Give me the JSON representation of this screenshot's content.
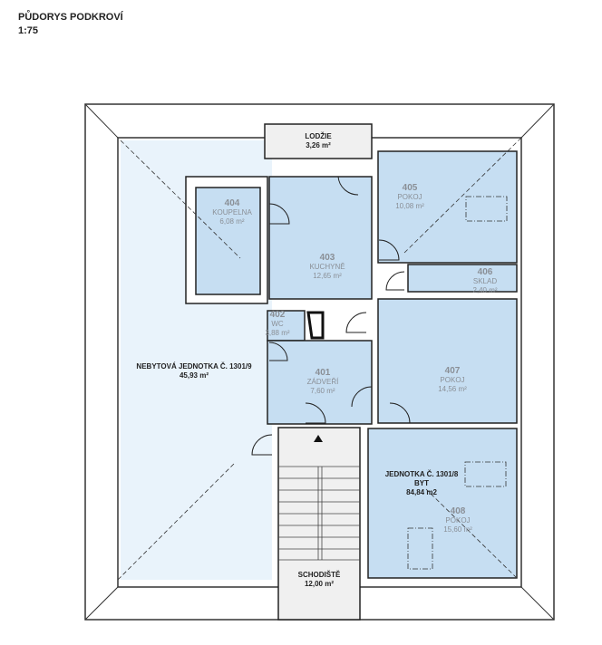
{
  "title": "PŮDORYS PODKROVÍ",
  "scale": "1:75",
  "colors": {
    "room": "#c6def2",
    "outer_area": "#e9f3fb",
    "common": "#f0f0f0",
    "wall": "#222222"
  },
  "rooms": [
    {
      "number": "401",
      "name": "ZÁDVEŘÍ",
      "area": "7,60 m²"
    },
    {
      "number": "402",
      "name": "WC",
      "area": "3,88 m²"
    },
    {
      "number": "403",
      "name": "KUCHYNĚ",
      "area": "12,65 m²"
    },
    {
      "number": "404",
      "name": "KOUPELNA",
      "area": "6,08 m²"
    },
    {
      "number": "405",
      "name": "POKOJ",
      "area": "10,08 m²"
    },
    {
      "number": "406",
      "name": "SKLAD",
      "area": "2,40 m²"
    },
    {
      "number": "407",
      "name": "POKOJ",
      "area": "14,56 m²"
    },
    {
      "number": "408",
      "name": "POKOJ",
      "area": "15,60 m²"
    }
  ],
  "units": {
    "lodzie": {
      "name": "LODŽIE",
      "area": "3,26 m²"
    },
    "nebytova": {
      "name": "NEBYTOVÁ JEDNOTKA Č. 1301/9",
      "area": "45,93 m²"
    },
    "byt": {
      "name": "JEDNOTKA Č. 1301/8",
      "type": "BYT",
      "area": "84,84 m2"
    },
    "schodiste": {
      "name": "SCHODIŠTĚ",
      "area": "12,00 m²"
    }
  }
}
